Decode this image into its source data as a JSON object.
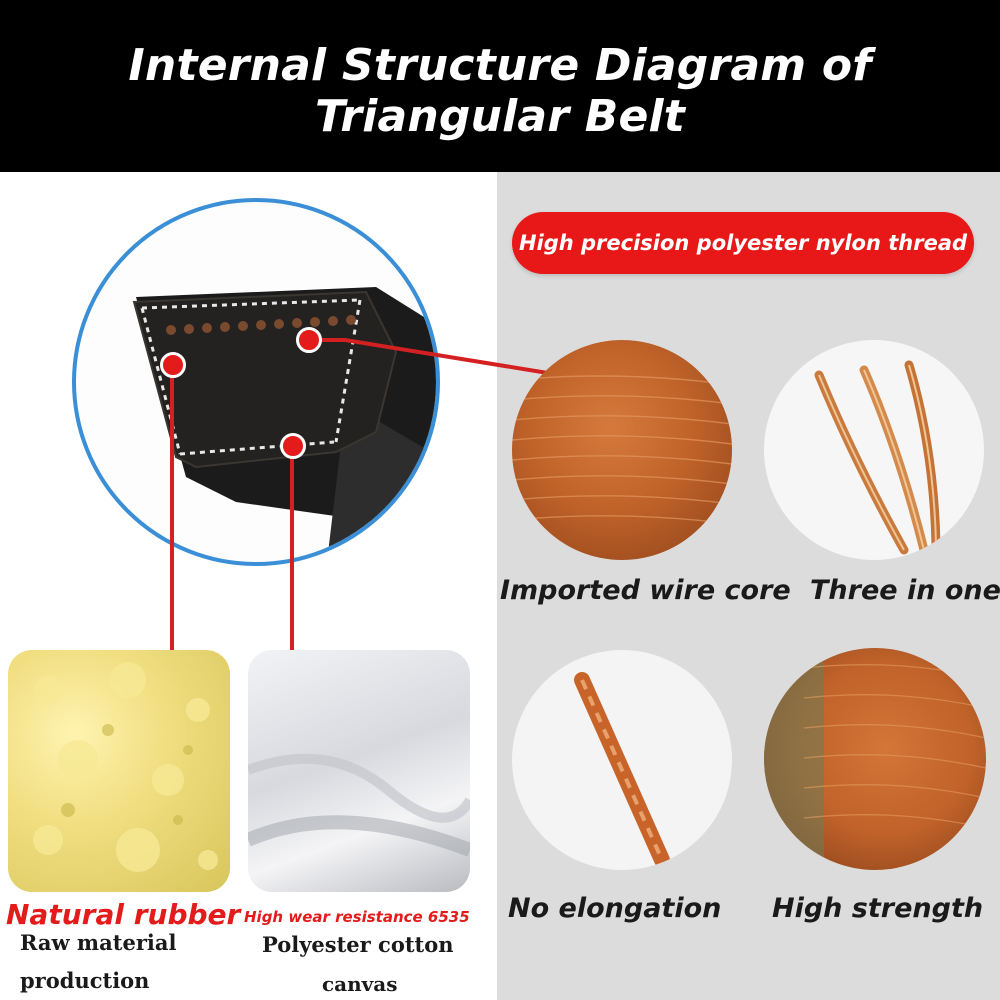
{
  "header": {
    "title": "Internal Structure Diagram of Triangular Belt"
  },
  "badge": {
    "label": "High precision polyester nylon thread"
  },
  "features": {
    "wire_core": "Imported wire core",
    "three_in_one": "Three in one",
    "no_elongation": "No elongation",
    "high_strength": "High strength"
  },
  "materials": {
    "rubber": {
      "title": "Natural rubber",
      "line1": "Raw material",
      "line2": "production"
    },
    "canvas": {
      "title": "High wear resistance 6535",
      "line1": "Polyester cotton",
      "line2": "canvas"
    }
  },
  "colors": {
    "accent_red": "#e31b1b",
    "lens_blue": "#3a8fd6",
    "copper": "#c8642a"
  }
}
